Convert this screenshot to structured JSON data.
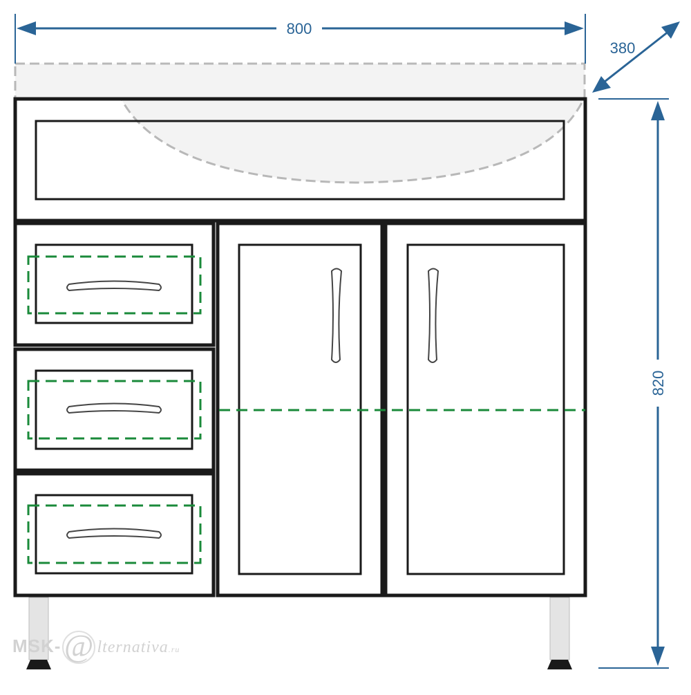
{
  "dimensions": {
    "width": "800",
    "depth": "380",
    "height": "820"
  },
  "watermark": {
    "prefix": "MSK-",
    "mark": "@",
    "name": "lternativa",
    "tld": ".ru"
  },
  "colors": {
    "dimension": "#2a6496",
    "frame": "#1a1a1a",
    "guide": "#1a8a3a",
    "basin": "#b8b8b8"
  }
}
